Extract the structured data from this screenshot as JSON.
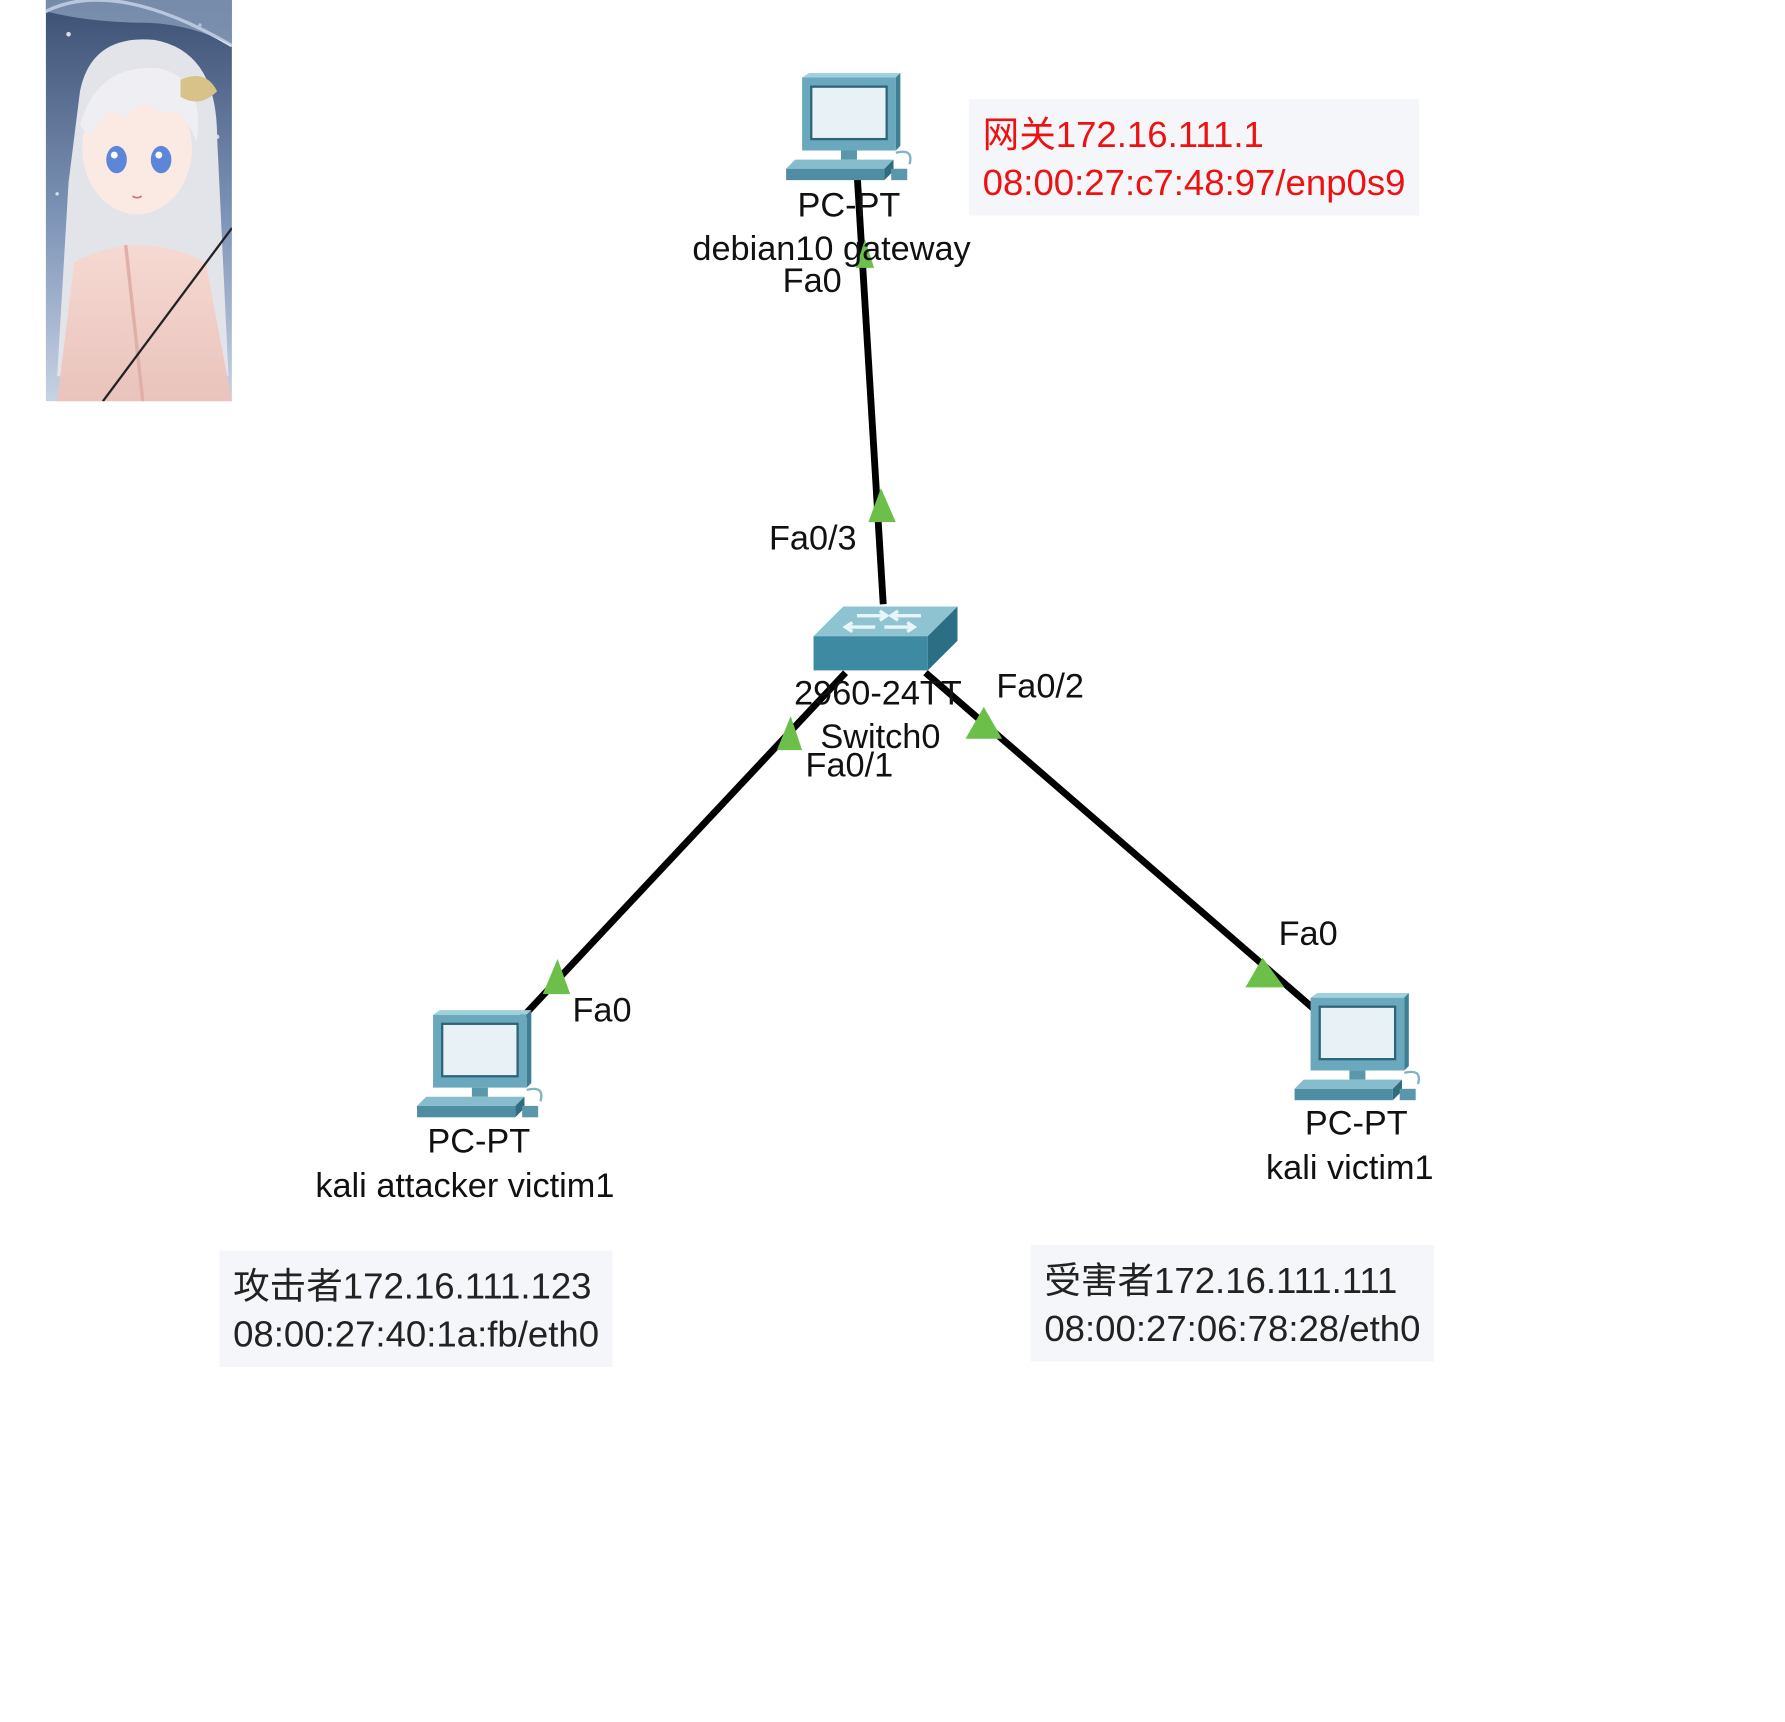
{
  "colors": {
    "link": "#000000",
    "port_marker": "#6cc04a",
    "device_blue": "#7ab8c9",
    "note_red": "#ee1111",
    "note_bg": "#f4f6f9"
  },
  "devices": {
    "gateway": {
      "model": "PC-PT",
      "name": "debian10 gateway",
      "icon": "pc-icon"
    },
    "switch": {
      "model": "2960-24TT",
      "name": "Switch0",
      "icon": "switch-icon"
    },
    "attacker": {
      "model": "PC-PT",
      "name": "kali attacker victim1",
      "icon": "pc-icon"
    },
    "victim": {
      "model": "PC-PT",
      "name": "kali victim1",
      "icon": "pc-icon"
    }
  },
  "ports": {
    "gateway_fa0": "Fa0",
    "switch_fa0_3": "Fa0/3",
    "switch_fa0_2": "Fa0/2",
    "switch_fa0_1": "Fa0/1",
    "attacker_fa0": "Fa0",
    "victim_fa0": "Fa0"
  },
  "notes": {
    "gateway": {
      "line1": "网关172.16.111.1",
      "line2": "08:00:27:c7:48:97/enp0s9"
    },
    "attacker": {
      "line1": "攻击者172.16.111.123",
      "line2": "08:00:27:40:1a:fb/eth0"
    },
    "victim": {
      "line1": "受害者172.16.111.111",
      "line2": "08:00:27:06:78:28/eth0"
    }
  },
  "avatar": {
    "icon": "anime-avatar-image"
  }
}
